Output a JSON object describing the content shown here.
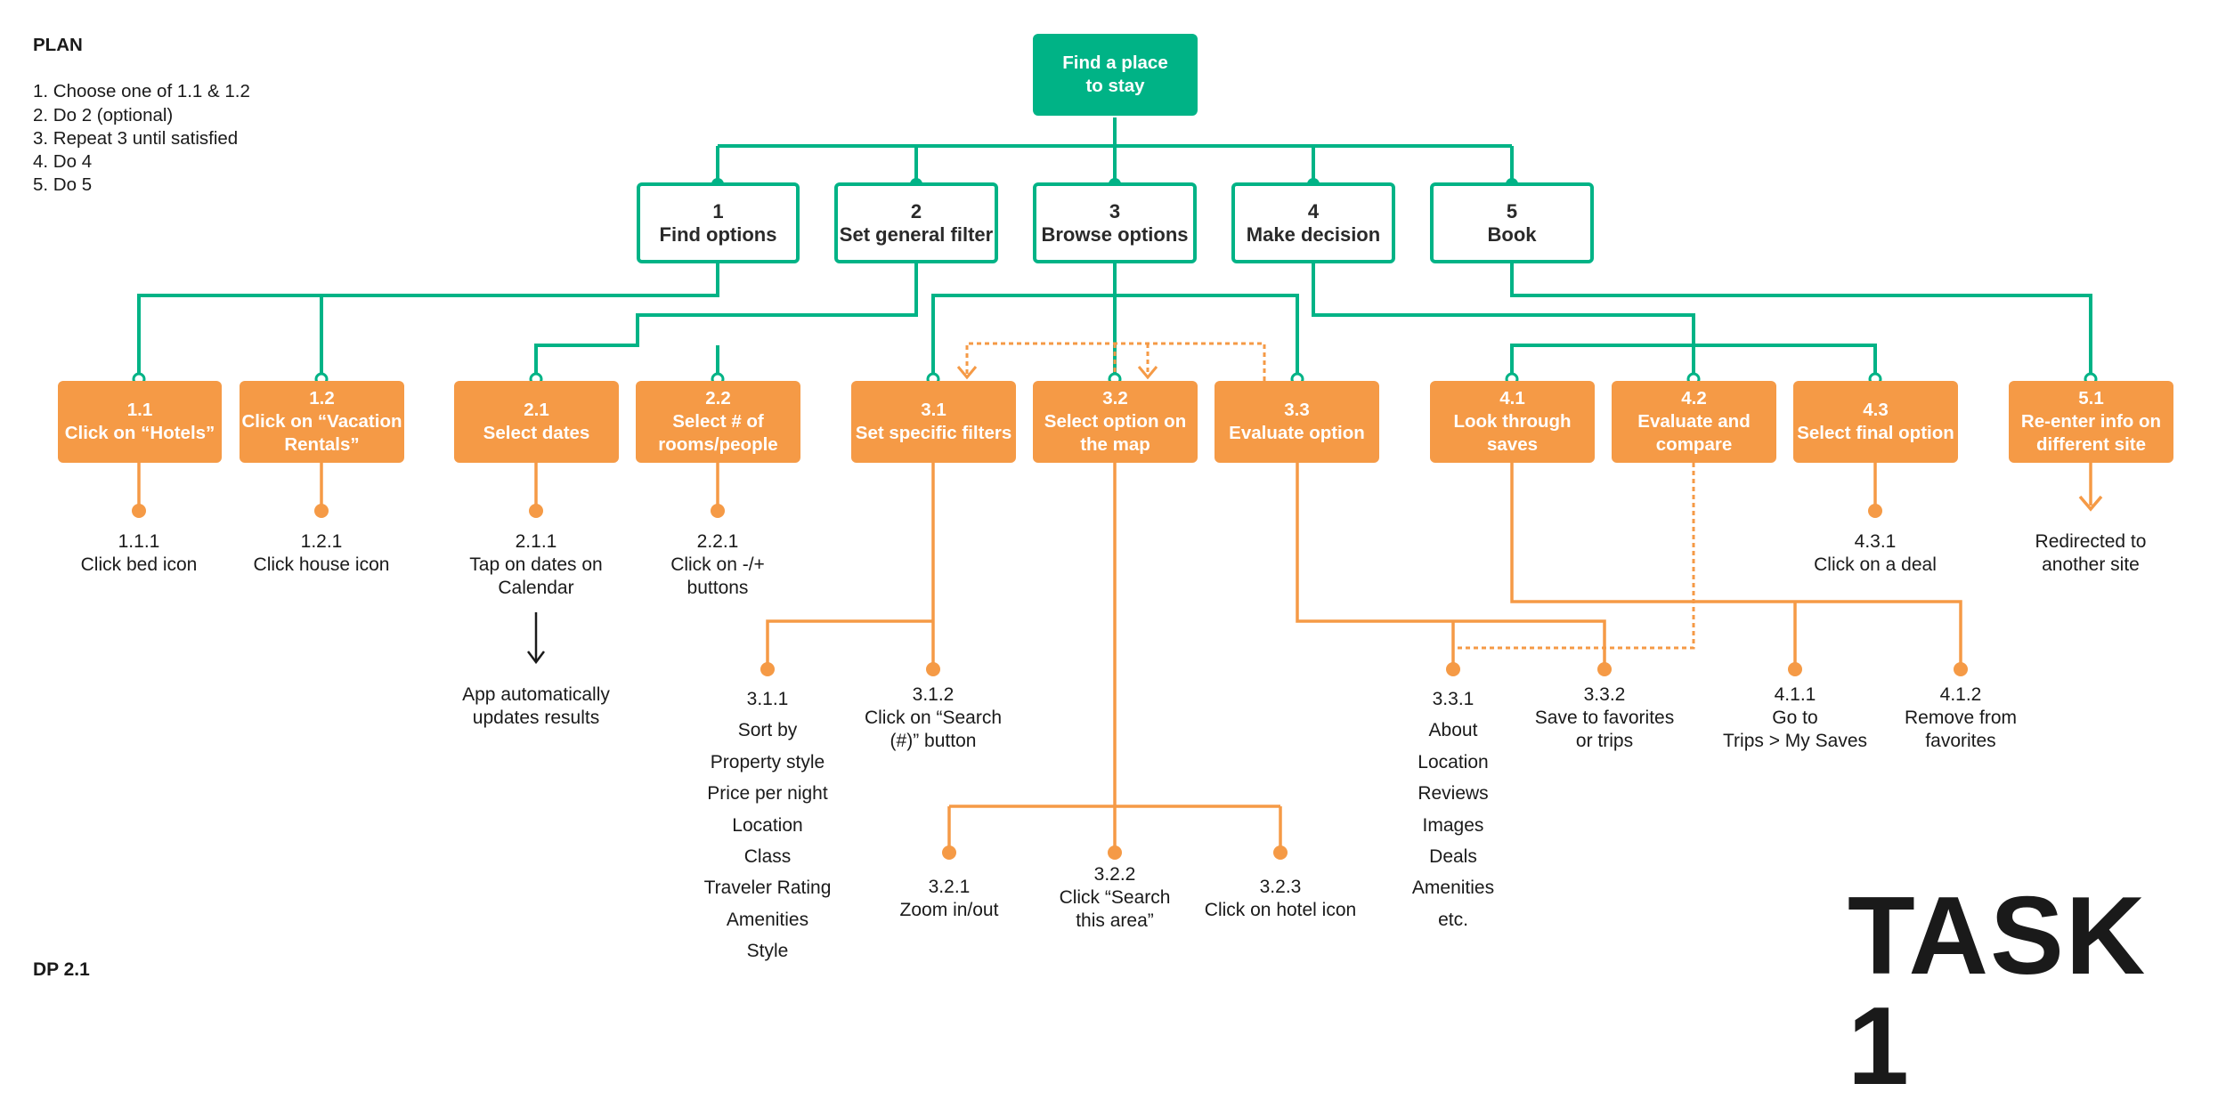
{
  "plan": {
    "title": "PLAN",
    "steps": [
      "1. Choose one of 1.1 & 1.2",
      "2. Do 2 (optional)",
      "3. Repeat 3 until satisfied",
      "4. Do 4",
      "5. Do 5"
    ]
  },
  "corner_label": "DP 2.1",
  "task_label": "TASK 1",
  "colors": {
    "green": "#00b386",
    "orange": "#f59a46"
  },
  "root": {
    "lines": [
      "Find a place",
      "to stay"
    ]
  },
  "tasks": [
    {
      "num": "1",
      "label": "Find options"
    },
    {
      "num": "2",
      "label": "Set general filter"
    },
    {
      "num": "3",
      "label": "Browse options"
    },
    {
      "num": "4",
      "label": "Make decision"
    },
    {
      "num": "5",
      "label": "Book"
    }
  ],
  "subtasks": [
    {
      "num": "1.1",
      "lines": [
        "Click on “Hotels”"
      ]
    },
    {
      "num": "1.2",
      "lines": [
        "Click on “Vacation",
        "Rentals”"
      ]
    },
    {
      "num": "2.1",
      "lines": [
        "Select dates"
      ]
    },
    {
      "num": "2.2",
      "lines": [
        "Select # of",
        "rooms/people"
      ]
    },
    {
      "num": "3.1",
      "lines": [
        "Set specific filters"
      ]
    },
    {
      "num": "3.2",
      "lines": [
        "Select option on",
        "the map"
      ]
    },
    {
      "num": "3.3",
      "lines": [
        "Evaluate option"
      ]
    },
    {
      "num": "4.1",
      "lines": [
        "Look through",
        "saves"
      ]
    },
    {
      "num": "4.2",
      "lines": [
        "Evaluate and",
        "compare"
      ]
    },
    {
      "num": "4.3",
      "lines": [
        "Select final option"
      ]
    },
    {
      "num": "5.1",
      "lines": [
        "Re-enter info on",
        "different site"
      ]
    }
  ],
  "actions": {
    "a111": [
      "1.1.1",
      "Click bed icon"
    ],
    "a121": [
      "1.2.1",
      "Click house icon"
    ],
    "a211": [
      "2.1.1",
      "Tap on dates on",
      "Calendar"
    ],
    "a211_result": [
      "App automatically",
      "updates results"
    ],
    "a221": [
      "2.2.1",
      "Click on -/+",
      "buttons"
    ],
    "a431": [
      "4.3.1",
      "Click on a deal"
    ],
    "a51_result": [
      "Redirected to",
      "another site"
    ],
    "a311": [
      "3.1.1",
      "Sort by",
      "Property style",
      "Price per night",
      "Location",
      "Class",
      "Traveler Rating",
      "Amenities",
      "Style"
    ],
    "a312": [
      "3.1.2",
      "Click on “Search",
      "(#)” button"
    ],
    "a321": [
      "3.2.1",
      "Zoom in/out"
    ],
    "a322": [
      "3.2.2",
      "Click “Search",
      "this area”"
    ],
    "a323": [
      "3.2.3",
      "Click on hotel icon"
    ],
    "a331": [
      "3.3.1",
      "About",
      "Location",
      "Reviews",
      "Images",
      "Deals",
      "Amenities",
      "etc."
    ],
    "a332": [
      "3.3.2",
      "Save to favorites",
      "or trips"
    ],
    "a411": [
      "4.1.1",
      "Go to",
      "Trips > My Saves"
    ],
    "a412": [
      "4.1.2",
      "Remove from",
      "favorites"
    ]
  }
}
